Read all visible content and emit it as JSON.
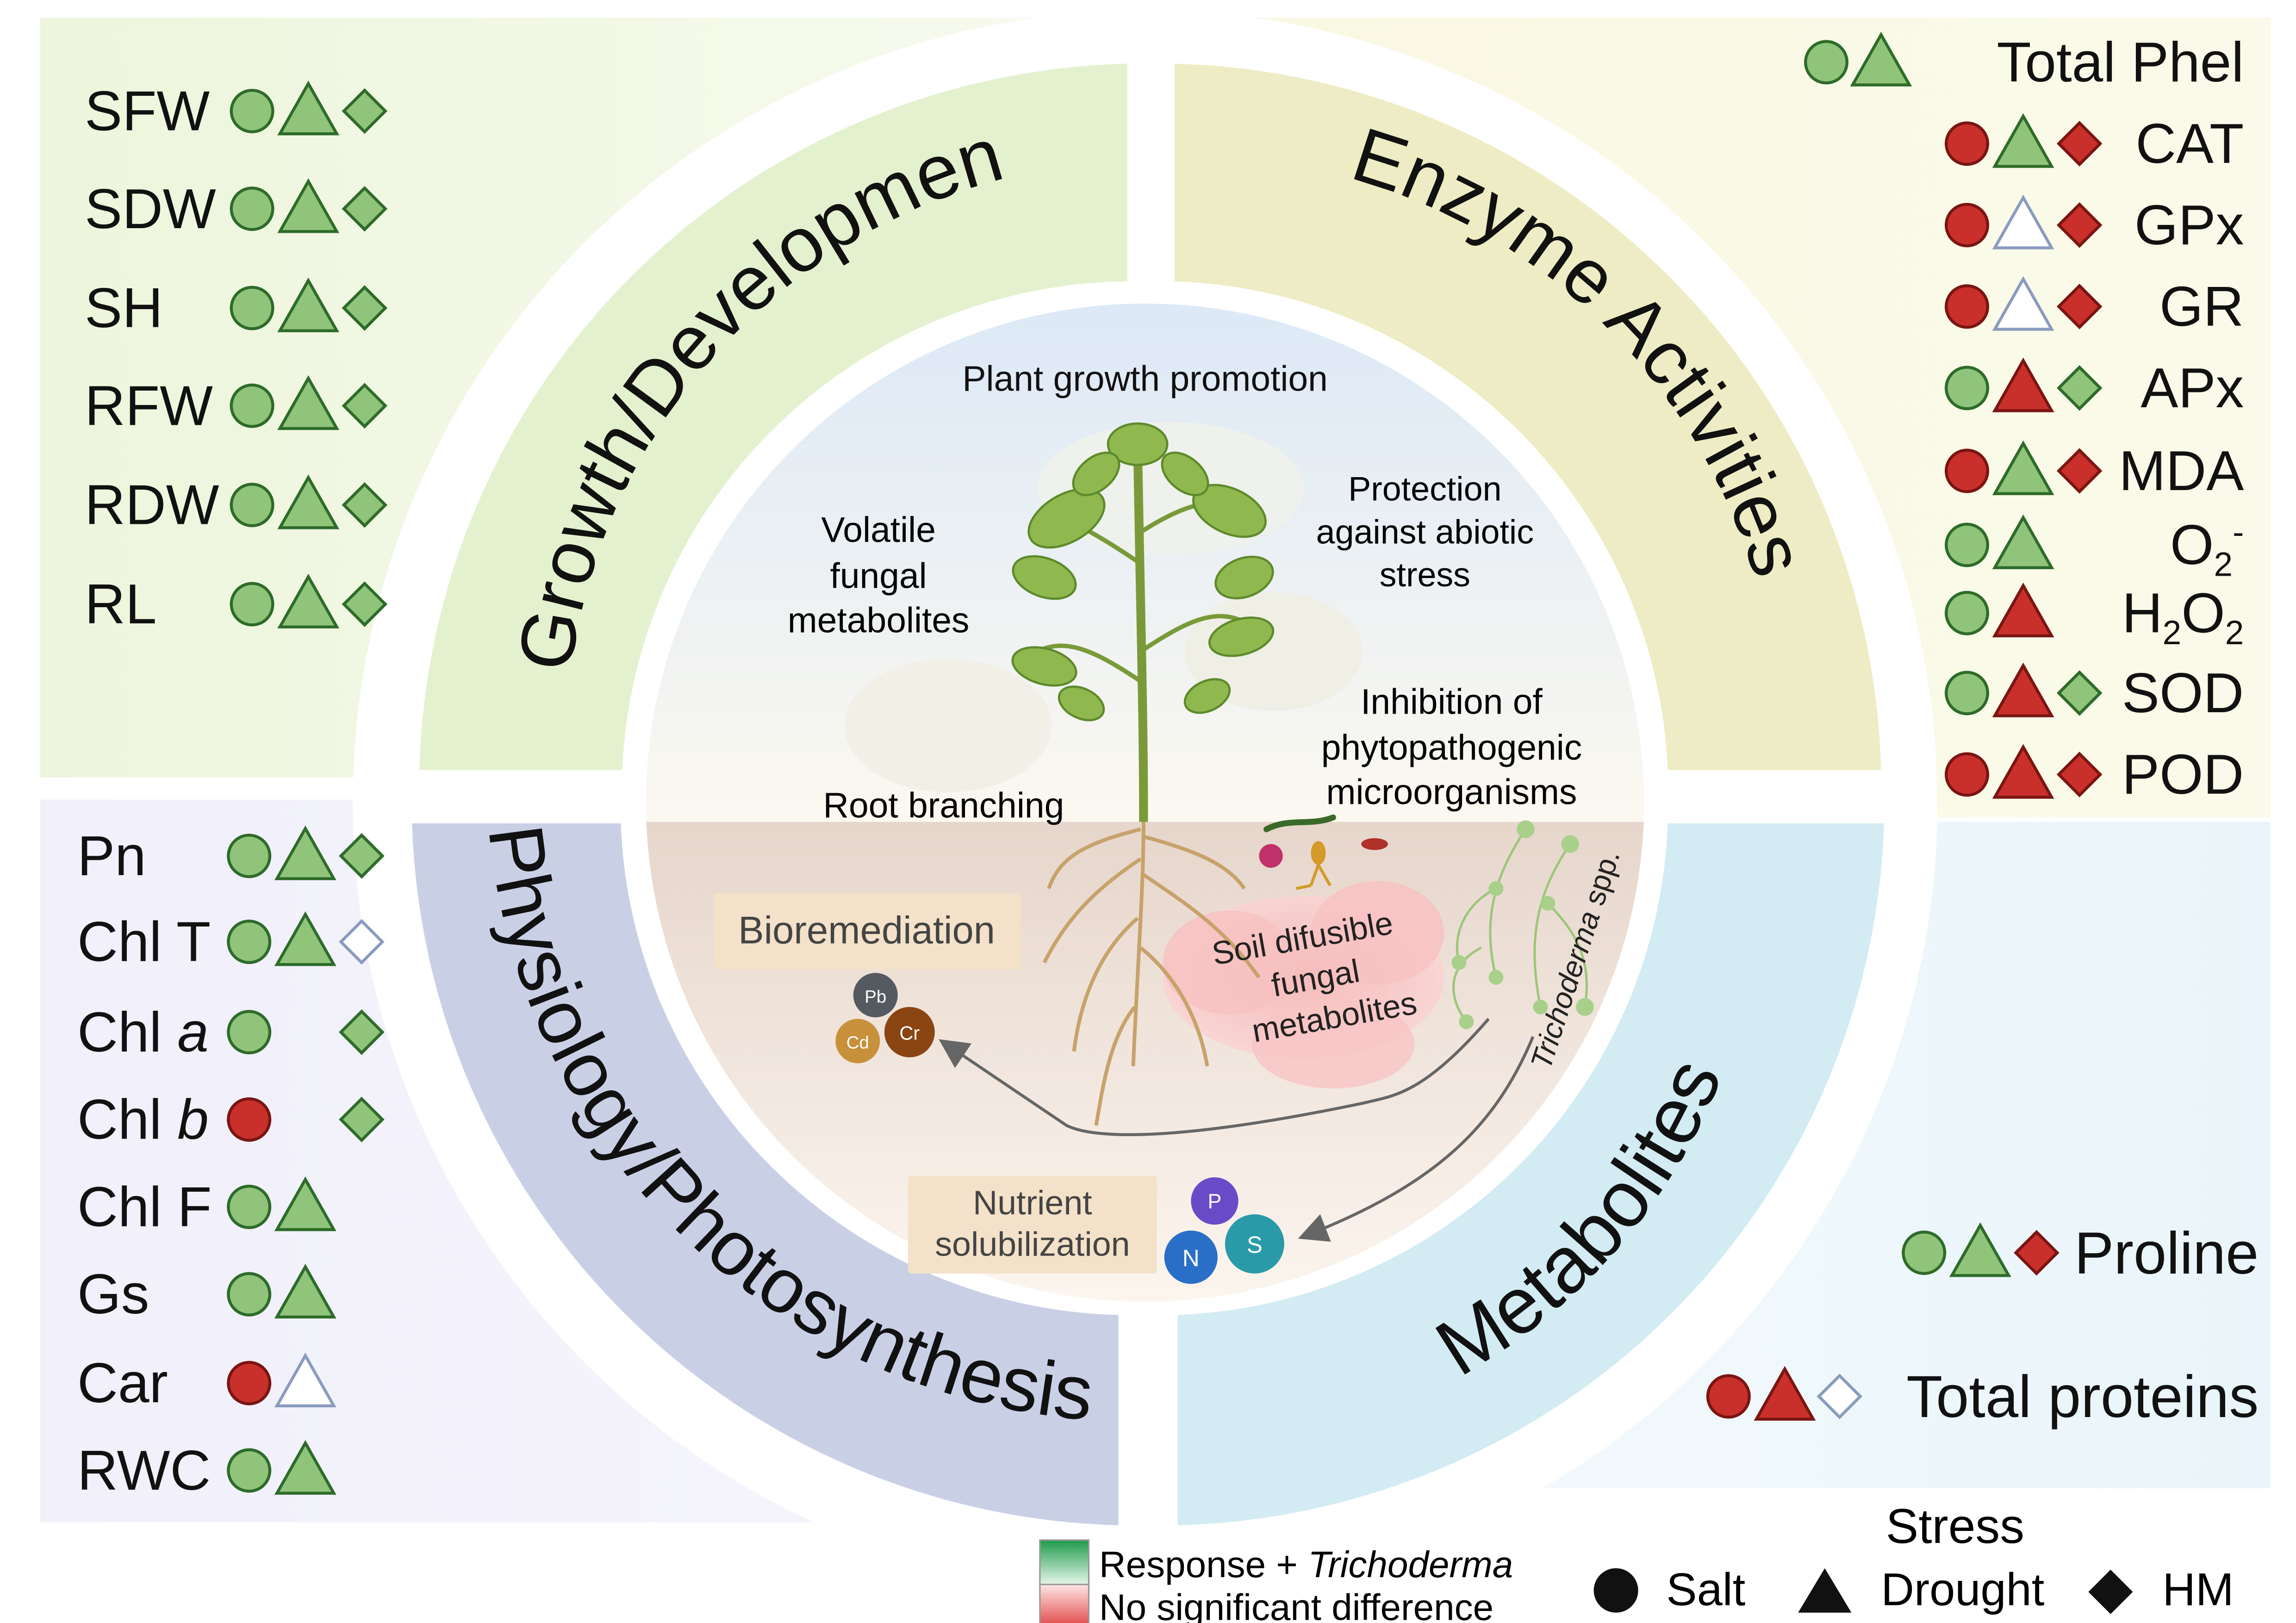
{
  "quadrants": {
    "growth": {
      "title": "Growth/Development",
      "rows": [
        {
          "label": "SFW",
          "marks": [
            "G",
            "G",
            "G"
          ]
        },
        {
          "label": "SDW",
          "marks": [
            "G",
            "G",
            "G"
          ]
        },
        {
          "label": "SH",
          "marks": [
            "G",
            "G",
            "G"
          ]
        },
        {
          "label": "RFW",
          "marks": [
            "G",
            "G",
            "G"
          ]
        },
        {
          "label": "RDW",
          "marks": [
            "G",
            "G",
            "G"
          ]
        },
        {
          "label": "RL",
          "marks": [
            "G",
            "G",
            "G"
          ]
        }
      ]
    },
    "enzyme": {
      "title": "Enzyme Activities",
      "rows": [
        {
          "label": "Total Phel",
          "marks": [
            "G",
            "G",
            ""
          ]
        },
        {
          "label": "CAT",
          "marks": [
            "R",
            "G",
            "R"
          ]
        },
        {
          "label": "GPx",
          "marks": [
            "R",
            "N",
            "R"
          ]
        },
        {
          "label": "GR",
          "marks": [
            "R",
            "N",
            "R"
          ]
        },
        {
          "label": "APx",
          "marks": [
            "G",
            "R",
            "G"
          ]
        },
        {
          "label": "MDA",
          "marks": [
            "R",
            "G",
            "R"
          ]
        },
        {
          "label": "O2-",
          "marks": [
            "G",
            "G",
            ""
          ]
        },
        {
          "label": "H2O2",
          "marks": [
            "G",
            "R",
            ""
          ]
        },
        {
          "label": "SOD",
          "marks": [
            "G",
            "R",
            "G"
          ]
        },
        {
          "label": "POD",
          "marks": [
            "R",
            "R",
            "R"
          ]
        }
      ]
    },
    "physiology": {
      "title": "Physiology/Photosynthesis",
      "rows": [
        {
          "label": "Pn",
          "marks": [
            "G",
            "G",
            "G"
          ]
        },
        {
          "label": "Chl T",
          "marks": [
            "G",
            "G",
            "N"
          ]
        },
        {
          "label": "Chl a",
          "marks": [
            "G",
            "",
            "G"
          ]
        },
        {
          "label": "Chl b",
          "marks": [
            "R",
            "",
            "G"
          ]
        },
        {
          "label": "Chl F",
          "marks": [
            "G",
            "G",
            ""
          ]
        },
        {
          "label": "Gs",
          "marks": [
            "G",
            "G",
            ""
          ]
        },
        {
          "label": "Car",
          "marks": [
            "R",
            "N",
            ""
          ]
        },
        {
          "label": "RWC",
          "marks": [
            "G",
            "G",
            ""
          ]
        }
      ]
    },
    "metabolites": {
      "title": "Metabolites",
      "rows": [
        {
          "label": "Proline",
          "marks": [
            "G",
            "G",
            "R"
          ]
        },
        {
          "label": "Total proteins",
          "marks": [
            "R",
            "R",
            "N"
          ]
        }
      ]
    }
  },
  "labels_special": {
    "chl_prefix": "Chl ",
    "chl_a": "a",
    "chl_b": "b",
    "o2_base": "O",
    "o2_sub": "2",
    "o2_sup": "-",
    "h2o2_h": "H",
    "h2o2_sub1": "2",
    "h2o2_o": "O",
    "h2o2_sub2": "2"
  },
  "center": {
    "plant_growth": "Plant growth promotion",
    "volatile": [
      "Volatile",
      "fungal",
      "metabolites"
    ],
    "protection": [
      "Protection",
      "against abiotic",
      "stress"
    ],
    "inhibition": [
      "Inhibition of",
      "phytopathogenic",
      "microorganisms"
    ],
    "root_branching": "Root branching",
    "bioremediation": "Bioremediation",
    "soil": [
      "Soil difusible",
      "fungal",
      "metabolites"
    ],
    "trichoderma_label": "Trichoderma",
    "trichoderma_spp": " spp.",
    "nutrient": [
      "Nutrient",
      "solubilization"
    ],
    "metals": [
      "Pb",
      "Cd",
      "Cr"
    ],
    "nutrients": [
      "P",
      "N",
      "S"
    ]
  },
  "legend": {
    "response_prefix": "Response + ",
    "response_italic": "Trichoderma",
    "no_diff": "No significant difference",
    "stress_title": "Stress",
    "salt": "Salt",
    "drought": "Drought",
    "hm": "HM"
  },
  "colors": {
    "green_fill": "#8fc47a",
    "green_stroke": "#2e6b2a",
    "red_fill": "#c9302c",
    "red_stroke": "#7a1512",
    "none_stroke": "#8a9bbf",
    "growth_band": "#e8f3d8",
    "enzyme_band": "#eeecc8",
    "physio_band": "#cdd3e8",
    "metab_band": "#d6ecf3"
  }
}
